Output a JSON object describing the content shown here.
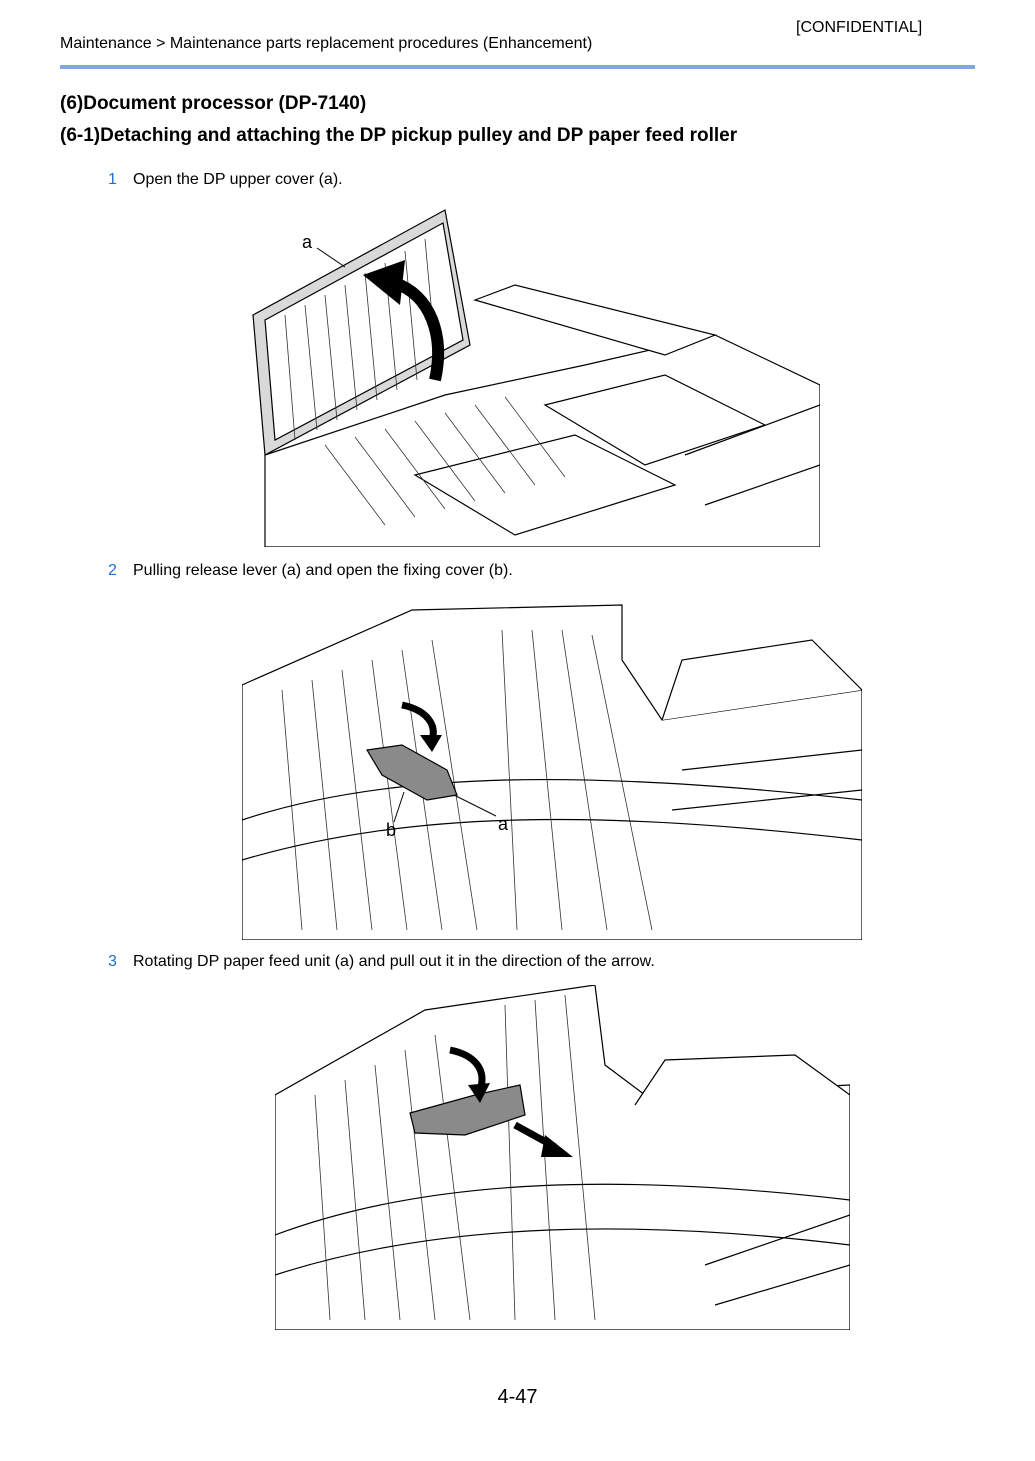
{
  "header": {
    "confidential": "[CONFIDENTIAL]",
    "breadcrumb": "Maintenance > Maintenance parts replacement procedures (Enhancement)"
  },
  "headings": {
    "section": "(6)Document processor (DP-7140)",
    "subsection": "(6-1)Detaching and attaching the DP pickup pulley and DP paper feed roller"
  },
  "steps": [
    {
      "number": "1",
      "text": "Open the DP upper cover (a).",
      "callouts": [
        "a"
      ]
    },
    {
      "number": "2",
      "text": "Pulling release lever (a) and open the fixing cover (b).",
      "callouts": [
        "b",
        "a"
      ]
    },
    {
      "number": "3",
      "text": "Rotating DP paper feed unit (a) and pull out it in the direction of the arrow.",
      "callouts": []
    }
  ],
  "footer": {
    "page_number": "4-47"
  },
  "colors": {
    "accent_rule": "#7fa8e2",
    "step_number": "#1f6fd6",
    "highlight_part": "#8a8a8a"
  }
}
